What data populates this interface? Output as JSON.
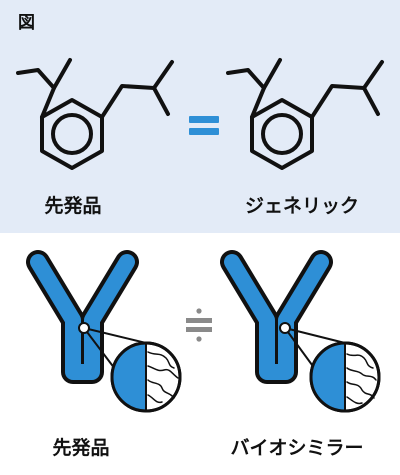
{
  "figure_label": "図",
  "top": {
    "left_caption": "先発品",
    "right_caption": "ジェネリック",
    "relation_symbol": "="
  },
  "bottom": {
    "left_caption": "先発品",
    "right_caption": "バイオシミラー",
    "relation_symbol": "≒"
  },
  "colors": {
    "panel_bg": "#e3ebf7",
    "accent_blue": "#2e8fd6",
    "outline": "#111111"
  }
}
